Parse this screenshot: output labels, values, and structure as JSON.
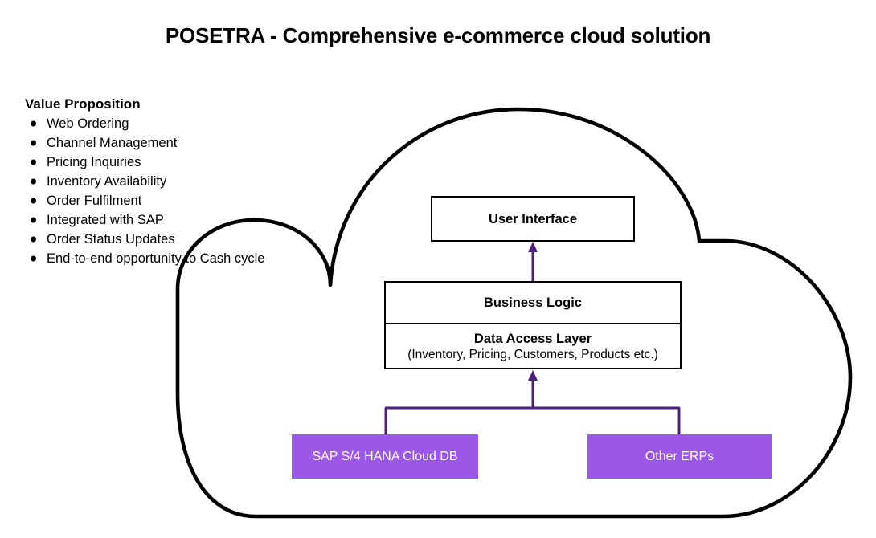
{
  "page": {
    "title": "POSETRA - Comprehensive e-commerce cloud solution"
  },
  "value_proposition": {
    "heading": "Value Proposition",
    "items": [
      {
        "label": "Web Ordering"
      },
      {
        "label": "Channel Management"
      },
      {
        "label": "Pricing Inquiries"
      },
      {
        "label": "Inventory Availability"
      },
      {
        "label": "Order Fulfilment"
      },
      {
        "label": "Integrated with SAP"
      },
      {
        "label": "Order Status Updates"
      },
      {
        "label": "End-to-end opportunity to Cash cycle"
      }
    ]
  },
  "diagram": {
    "cloud_label": "cloud-boundary",
    "layers": {
      "user_interface": {
        "title": "User Interface"
      },
      "business_logic": {
        "title": "Business Logic"
      },
      "data_access": {
        "title": "Data Access Layer",
        "subtitle": "(Inventory, Pricing, Customers, Products etc.)"
      }
    },
    "sources": [
      {
        "label": "SAP S/4 HANA Cloud DB"
      },
      {
        "label": "Other ERPs"
      }
    ]
  },
  "colors": {
    "source_box_fill": "#9B57E8",
    "connector": "#4B2080",
    "outline": "#000000",
    "text": "#000000",
    "source_text": "#FFFFFF",
    "background": "#FFFFFF"
  }
}
